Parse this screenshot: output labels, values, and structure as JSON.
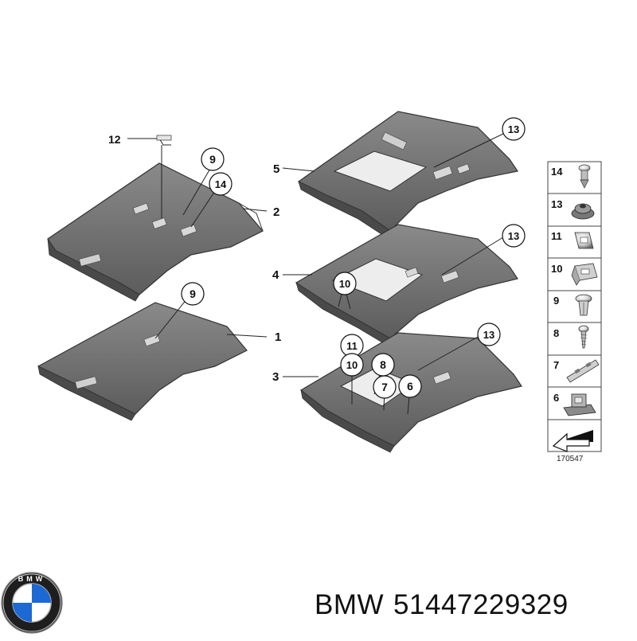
{
  "diagram": {
    "callouts": {
      "c12": "12",
      "c9a": "9",
      "c14": "14",
      "c2": "2",
      "c9b": "9",
      "c1": "1",
      "c5": "5",
      "c13a": "13",
      "c4": "4",
      "c13b": "13",
      "c10a": "10",
      "c3": "3",
      "c11": "11",
      "c8": "8",
      "c10b": "10",
      "c7": "7",
      "c6": "6",
      "c13c": "13"
    },
    "legend": [
      {
        "num": "14",
        "icon": "pushpin-clip-icon"
      },
      {
        "num": "13",
        "icon": "grommet-nut-icon"
      },
      {
        "num": "11",
        "icon": "spring-clip-icon"
      },
      {
        "num": "10",
        "icon": "bracket-clip-icon"
      },
      {
        "num": "9",
        "icon": "expansion-rivet-icon"
      },
      {
        "num": "8",
        "icon": "self-tapping-screw-icon"
      },
      {
        "num": "7",
        "icon": "retaining-strip-icon"
      },
      {
        "num": "6",
        "icon": "clip-holder-icon"
      },
      {
        "num": "",
        "icon": "shim-arrow-icon"
      }
    ],
    "reference_number": "170547"
  },
  "footer": {
    "brand": "BMW",
    "part_number": "51447229329",
    "logo_letters": "BMW"
  },
  "colors": {
    "headliner": "#6e6e6e",
    "headliner_light": "#9a9a9a",
    "line": "#222222",
    "bmw_blue": "#1c69d4"
  }
}
